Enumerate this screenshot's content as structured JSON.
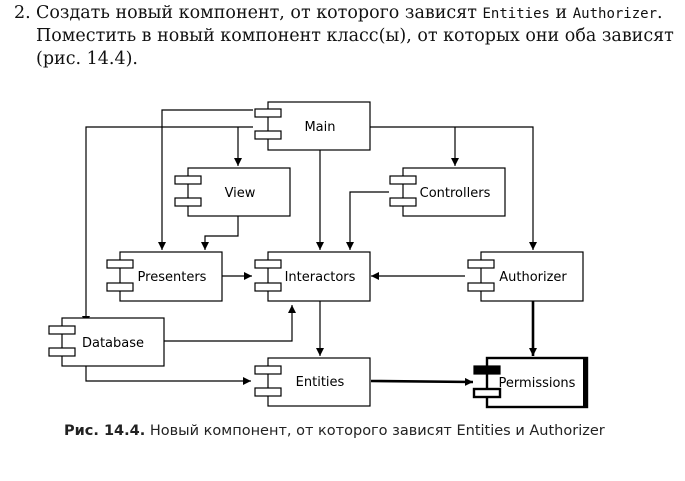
{
  "paragraph": {
    "number": "2.",
    "line1_text": "Создать новый компонент, от которого зависят ",
    "line1_code1": "Entities",
    "line1_mid": " и ",
    "line1_code2": "Authorizer",
    "line1_end": ".",
    "line2": "Поместить в новый компонент класс(ы), от которых они оба зависят",
    "line3": "(рис. 14.4)."
  },
  "diagram": {
    "components": {
      "main": "Main",
      "view": "View",
      "controllers": "Controllers",
      "presenters": "Presenters",
      "interactors": "Interactors",
      "authorizer": "Authorizer",
      "database": "Database",
      "entities": "Entities",
      "permissions": "Permissions"
    }
  },
  "caption": {
    "number": "Рис. 14.4.",
    "text": " Новый компонент, от которого зависят Entities и Authorizer"
  }
}
